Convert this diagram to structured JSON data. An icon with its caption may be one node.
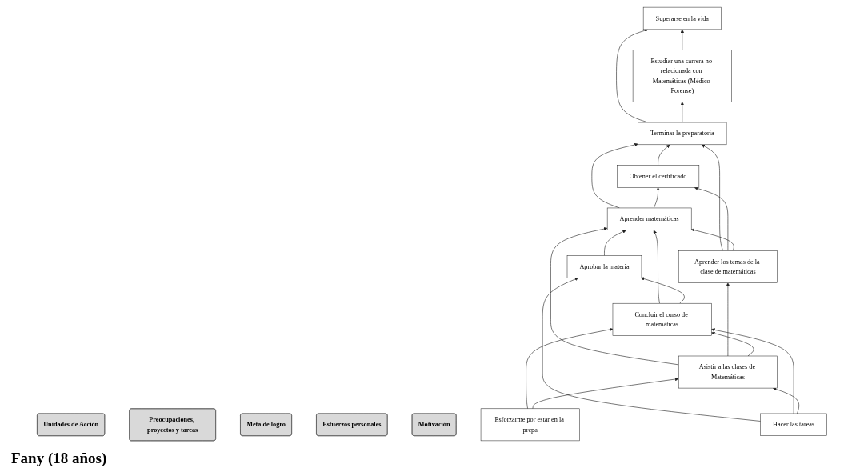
{
  "diagram": {
    "caption": "Fany (18 años)",
    "nodes": [
      {
        "text": [
          "Superarse en la vida"
        ]
      },
      {
        "text": [
          "Estudiar una carrera no relacionada con Matemáticas (Médico Forense)"
        ]
      },
      {
        "text": [
          "Terminar la preparatoria"
        ]
      },
      {
        "text": [
          "Obtener el certificado"
        ]
      },
      {
        "text": [
          "Aprender matemáticas"
        ]
      },
      {
        "text": [
          "Aprender los temas de la clase de matemáticas"
        ]
      },
      {
        "text": [
          "Aprobar la materia"
        ]
      },
      {
        "text": [
          "Concluir el curso de matemáticas"
        ]
      },
      {
        "text": [
          "Asistir a las clases de Matemáticas"
        ]
      },
      {
        "text": [
          "Hacer las tareas"
        ]
      },
      {
        "text": [
          "Esforzarme por estar en la prepa"
        ]
      },
      {
        "text": [
          "Motivación"
        ]
      },
      {
        "text": [
          "Esfuerzos personales"
        ]
      },
      {
        "text": [
          "Meta de logro"
        ]
      },
      {
        "text": [
          "Preocupaciones, proyectos y tareas"
        ]
      },
      {
        "text": [
          "Unidades de Acción"
        ]
      }
    ],
    "edges": [
      {
        "from": 1,
        "to": 0,
        "arrow": "to"
      },
      {
        "from": 2,
        "to": 0,
        "arrow": "to"
      },
      {
        "from": 2,
        "to": 1,
        "arrow": "to"
      },
      {
        "from": 3,
        "to": 2,
        "arrow": "to"
      },
      {
        "from": 4,
        "to": 2,
        "arrow": "to"
      },
      {
        "from": 4,
        "to": 3,
        "arrow": "to"
      },
      {
        "from": 5,
        "to": 2,
        "arrow": "to"
      },
      {
        "from": 5,
        "to": 3,
        "arrow": "to"
      },
      {
        "from": 5,
        "to": 4,
        "arrow": "to"
      },
      {
        "from": 6,
        "to": 4,
        "arrow": "to"
      },
      {
        "from": 7,
        "to": 4,
        "arrow": "to"
      },
      {
        "from": 8,
        "to": 4,
        "arrow": "to"
      },
      {
        "from": 8,
        "to": 5,
        "arrow": "to"
      },
      {
        "from": 7,
        "to": 6,
        "arrow": "to"
      },
      {
        "from": 8,
        "to": 7,
        "arrow": "to"
      },
      {
        "from": 9,
        "to": 6,
        "arrow": "to"
      },
      {
        "from": 9,
        "to": 7,
        "arrow": "to"
      },
      {
        "from": 9,
        "to": 8,
        "arrow": "to"
      },
      {
        "from": 10,
        "to": 7,
        "arrow": "to"
      },
      {
        "from": 10,
        "to": 8,
        "arrow": "to"
      }
    ]
  }
}
